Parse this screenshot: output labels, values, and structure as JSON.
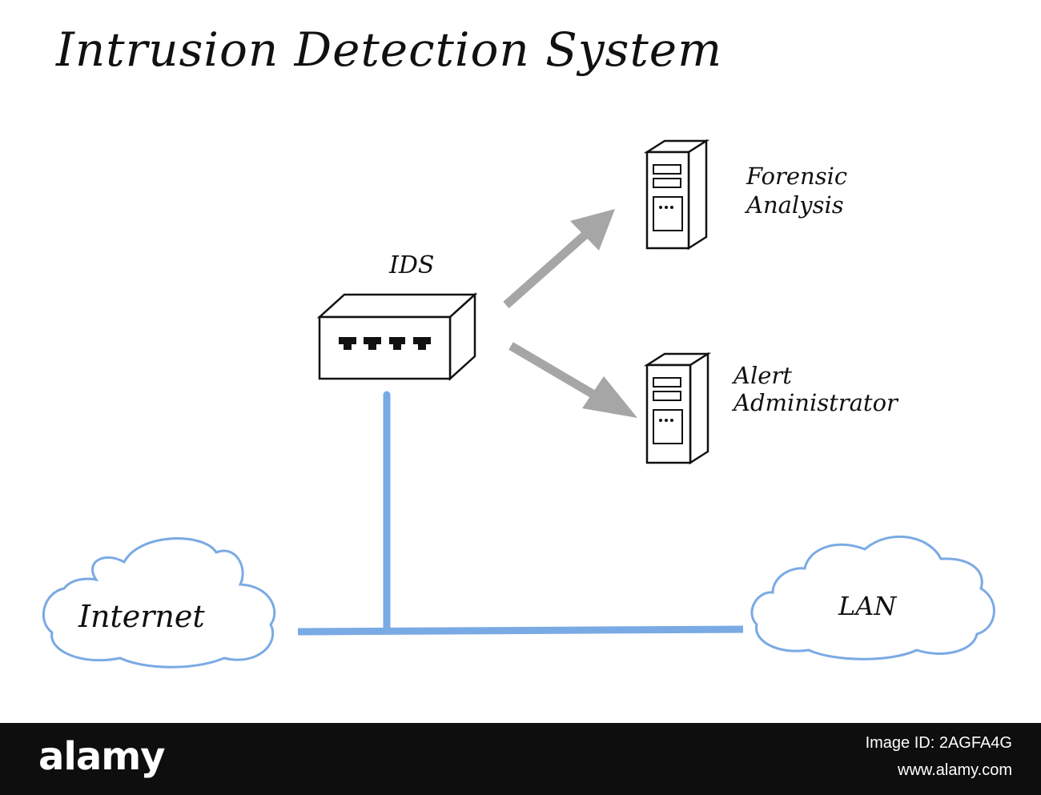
{
  "diagram": {
    "title": "Intrusion Detection System",
    "nodes": {
      "ids": "IDS",
      "forensic": [
        "Forensic",
        "Analysis"
      ],
      "alert": [
        "Alert",
        "Administrator"
      ],
      "internet": "Internet",
      "lan": "LAN"
    },
    "edges": [
      {
        "from": "internet",
        "to": "lan",
        "style": "line"
      },
      {
        "from": "ids",
        "to": "backbone",
        "style": "line"
      },
      {
        "from": "ids",
        "to": "forensic",
        "style": "arrow"
      },
      {
        "from": "ids",
        "to": "alert",
        "style": "arrow"
      }
    ],
    "colors": {
      "network_line": "#7aaae4",
      "cloud_outline": "#7aaae4",
      "arrow": "#a6a6a6",
      "text": "#111111"
    }
  },
  "footer": {
    "brand": "alamy",
    "image_id": "Image ID: 2AGFA4G",
    "site": "www.alamy.com"
  }
}
